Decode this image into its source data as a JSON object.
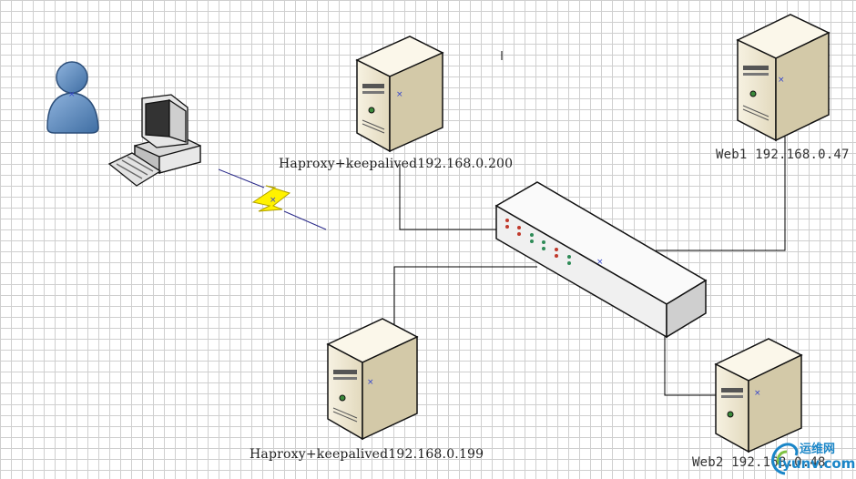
{
  "nodes": {
    "haproxy_top": {
      "label": "Haproxy+keepalived192.168.0.200"
    },
    "haproxy_bottom": {
      "label": "Haproxy+keepalived192.168.0.199"
    },
    "web1": {
      "label": "Web1 192.168.0.47"
    },
    "web2": {
      "label": "Web2 192.168.0.48"
    }
  },
  "watermark": {
    "top": "运维网",
    "bottom": "iyunv.com"
  },
  "colors": {
    "server_body": "#efe9d6",
    "server_side": "#cfc6a8",
    "switch_body": "#f2f2f2",
    "user": "#5b87b8",
    "lightning": "#fff200",
    "link": "#000000"
  }
}
